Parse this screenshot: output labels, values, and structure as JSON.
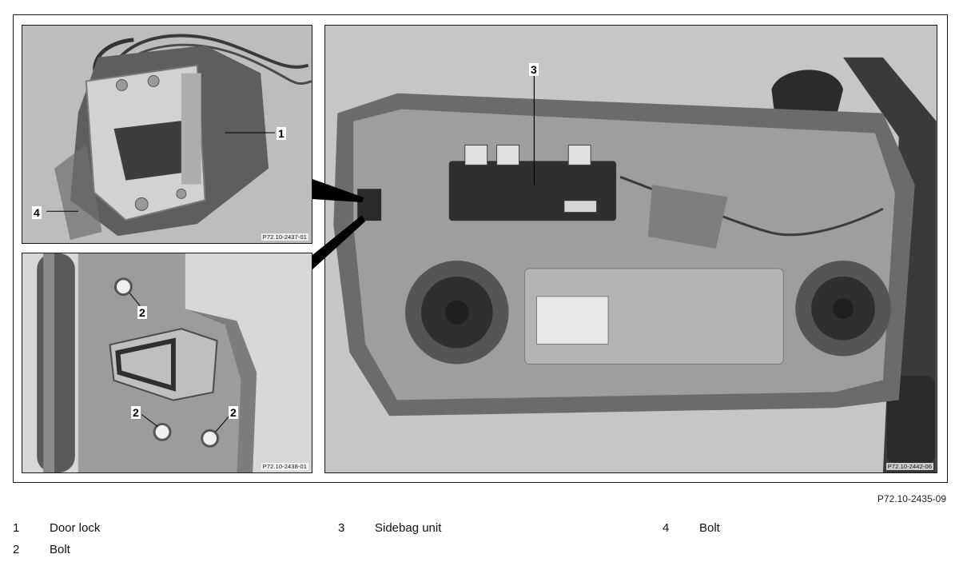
{
  "figure": {
    "id": "P72.10-2435-09",
    "panels": {
      "lock": {
        "ref": "P72.10-2437-01",
        "callouts": [
          "1",
          "4"
        ]
      },
      "pillar": {
        "ref": "P72.10-2438-01",
        "callouts": [
          "2",
          "2",
          "2"
        ]
      },
      "door": {
        "ref": "P72.10-2442-06",
        "callouts": [
          "3"
        ]
      }
    }
  },
  "legend": [
    {
      "num": "1",
      "label": "Door lock"
    },
    {
      "num": "2",
      "label": "Bolt"
    },
    {
      "num": "3",
      "label": "Sidebag unit"
    },
    {
      "num": "4",
      "label": "Bolt"
    }
  ]
}
